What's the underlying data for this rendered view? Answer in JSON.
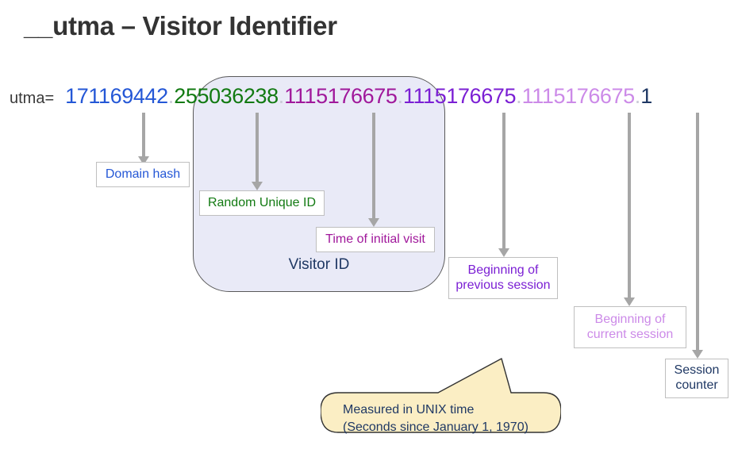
{
  "title": "__utma – Visitor Identifier",
  "cookie": {
    "label": "utma=",
    "separator": ".",
    "segments": [
      {
        "value": "171169442",
        "color": "#2457d6",
        "name": "domain-hash"
      },
      {
        "value": "255036238",
        "color": "#127a12",
        "name": "random-unique-id"
      },
      {
        "value": "1115176675",
        "color": "#a0189b",
        "name": "time-of-initial-visit"
      },
      {
        "value": "1115176675",
        "color": "#7b1fd4",
        "name": "beginning-of-previous-session"
      },
      {
        "value": "1115176675",
        "color": "#cc8ae8",
        "name": "beginning-of-current-session"
      },
      {
        "value": "1",
        "color": "#1f3864",
        "name": "session-counter"
      }
    ]
  },
  "visitor_group": {
    "label": "Visitor ID",
    "color": "#1f3864"
  },
  "callouts": [
    {
      "name": "domain-hash-callout",
      "text": "Domain hash",
      "color": "#2457d6"
    },
    {
      "name": "random-unique-id-callout",
      "text": "Random Unique ID",
      "color": "#127a12"
    },
    {
      "name": "time-of-initial-visit-callout",
      "text": "Time of initial visit",
      "color": "#a0189b"
    },
    {
      "name": "beginning-previous-session-callout",
      "text": "Beginning of\nprevious session",
      "line1": "Beginning of",
      "line2": "previous session",
      "color": "#7b1fd4"
    },
    {
      "name": "beginning-current-session-callout",
      "text": "Beginning of\ncurrent session",
      "line1": "Beginning of",
      "line2": "current session",
      "color": "#cc8ae8"
    },
    {
      "name": "session-counter-callout",
      "text": "Session\ncounter",
      "line1": "Session",
      "line2": "counter",
      "color": "#1f3864"
    }
  ],
  "unix_note": {
    "line1": "Measured in UNIX time",
    "line2": "(Seconds since January 1, 1970)",
    "fill": "#fbeec4",
    "stroke": "#333333",
    "text_color": "#1f3864"
  }
}
